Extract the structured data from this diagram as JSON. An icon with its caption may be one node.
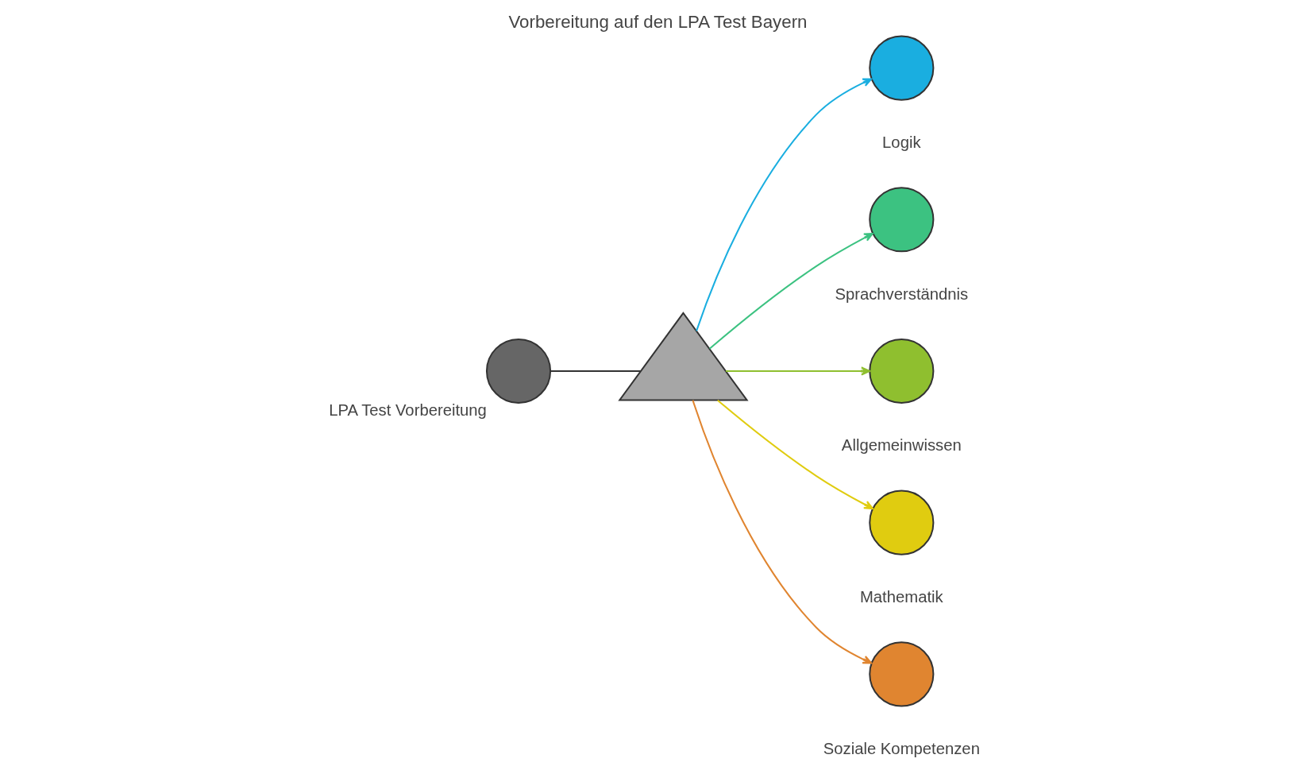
{
  "diagram": {
    "title": "Vorbereitung auf den LPA Test Bayern",
    "nodes": [
      {
        "text": [],
        "shape": "circle",
        "beside": [
          "LPA Test Vorbereitung"
        ]
      },
      {
        "text": [],
        "shape": "triangle"
      },
      {
        "text": [],
        "shape": "circle",
        "beside": [
          "Logik"
        ]
      },
      {
        "text": [],
        "shape": "circle",
        "beside": [
          "Sprachverständnis"
        ]
      },
      {
        "text": [],
        "shape": "circle",
        "beside": [
          "Allgemeinwissen"
        ]
      },
      {
        "text": [],
        "shape": "circle",
        "beside": [
          "Mathematik"
        ]
      },
      {
        "text": [],
        "shape": "circle",
        "beside": [
          "Soziale Kompetenzen"
        ]
      }
    ],
    "edges": [
      {
        "from": 0,
        "to": 1,
        "arrow": "none"
      },
      {
        "from": 1,
        "to": 2,
        "arrow": "to",
        "color": "#1aaee0"
      },
      {
        "from": 1,
        "to": 3,
        "arrow": "to",
        "color": "#3cc281"
      },
      {
        "from": 1,
        "to": 4,
        "arrow": "to",
        "color": "#8fbf2f"
      },
      {
        "from": 1,
        "to": 5,
        "arrow": "to",
        "color": "#e0cc10"
      },
      {
        "from": 1,
        "to": 6,
        "arrow": "to",
        "color": "#e08530"
      }
    ]
  }
}
